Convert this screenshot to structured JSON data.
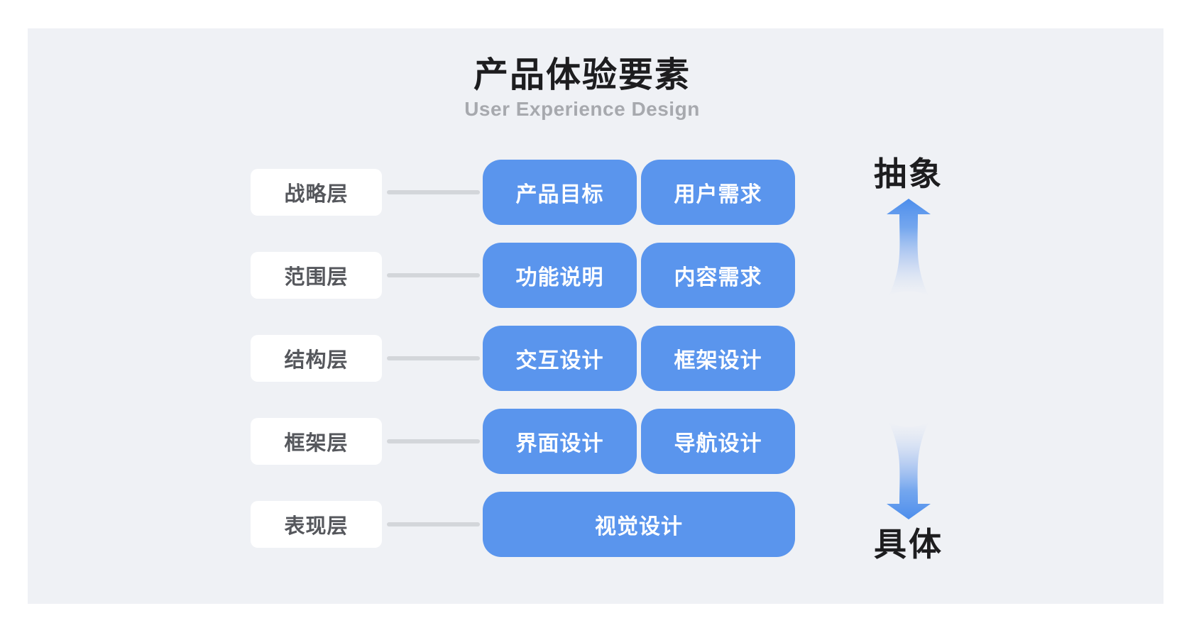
{
  "title": "产品体验要素",
  "subtitle": "User Experience Design",
  "rows": [
    {
      "layer": "战略层",
      "items": [
        "产品目标",
        "用户需求"
      ]
    },
    {
      "layer": "范围层",
      "items": [
        "功能说明",
        "内容需求"
      ]
    },
    {
      "layer": "结构层",
      "items": [
        "交互设计",
        "框架设计"
      ]
    },
    {
      "layer": "框架层",
      "items": [
        "界面设计",
        "导航设计"
      ]
    },
    {
      "layer": "表现层",
      "items": [
        "视觉设计"
      ]
    }
  ],
  "axis": {
    "top_label": "抽象",
    "bottom_label": "具体",
    "up_arrow_icon": "up-arrow",
    "down_arrow_icon": "down-arrow"
  },
  "colors": {
    "accent_blue": "#5a95ed",
    "card_background": "#eff1f5",
    "connector_gray": "#d3d6da",
    "layer_text": "#55575c",
    "title_text": "#1d1d1f",
    "subtitle_text": "#a7a9ae",
    "item_text": "#ffffff"
  }
}
